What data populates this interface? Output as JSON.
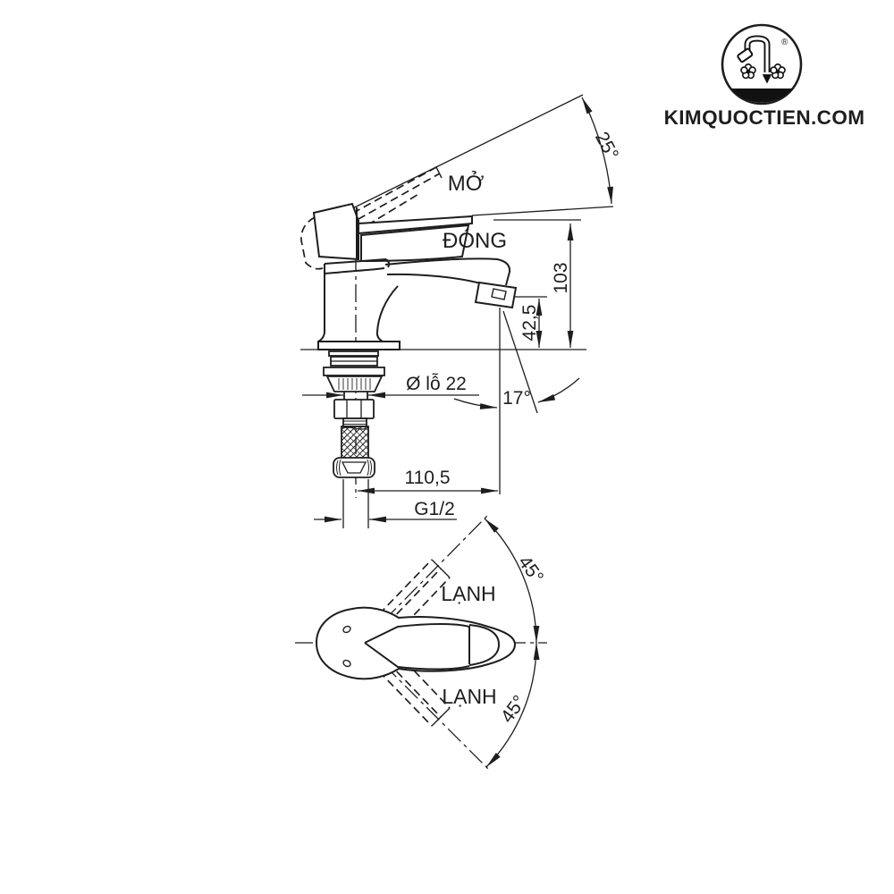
{
  "canvas": {
    "background": "#ffffff",
    "ink": "#1e1e1e"
  },
  "logo": {
    "brand": "KIMQUOCTIEN.COM",
    "registered": "®",
    "icon": "faucet-basin-logo"
  },
  "side_view": {
    "open_label": "MỞ",
    "closed_label": "ĐÓNG",
    "lever_angle": "25°",
    "total_height": "103",
    "spout_height": "42,5",
    "hole_diameter": "Ø lỗ 22",
    "outlet_angle": "17°",
    "reach": "110,5",
    "thread": "G1/2"
  },
  "top_view": {
    "cold_upper": "LẠNH",
    "cold_lower": "LẠNH",
    "swing_upper": "45°",
    "swing_lower": "45°"
  }
}
